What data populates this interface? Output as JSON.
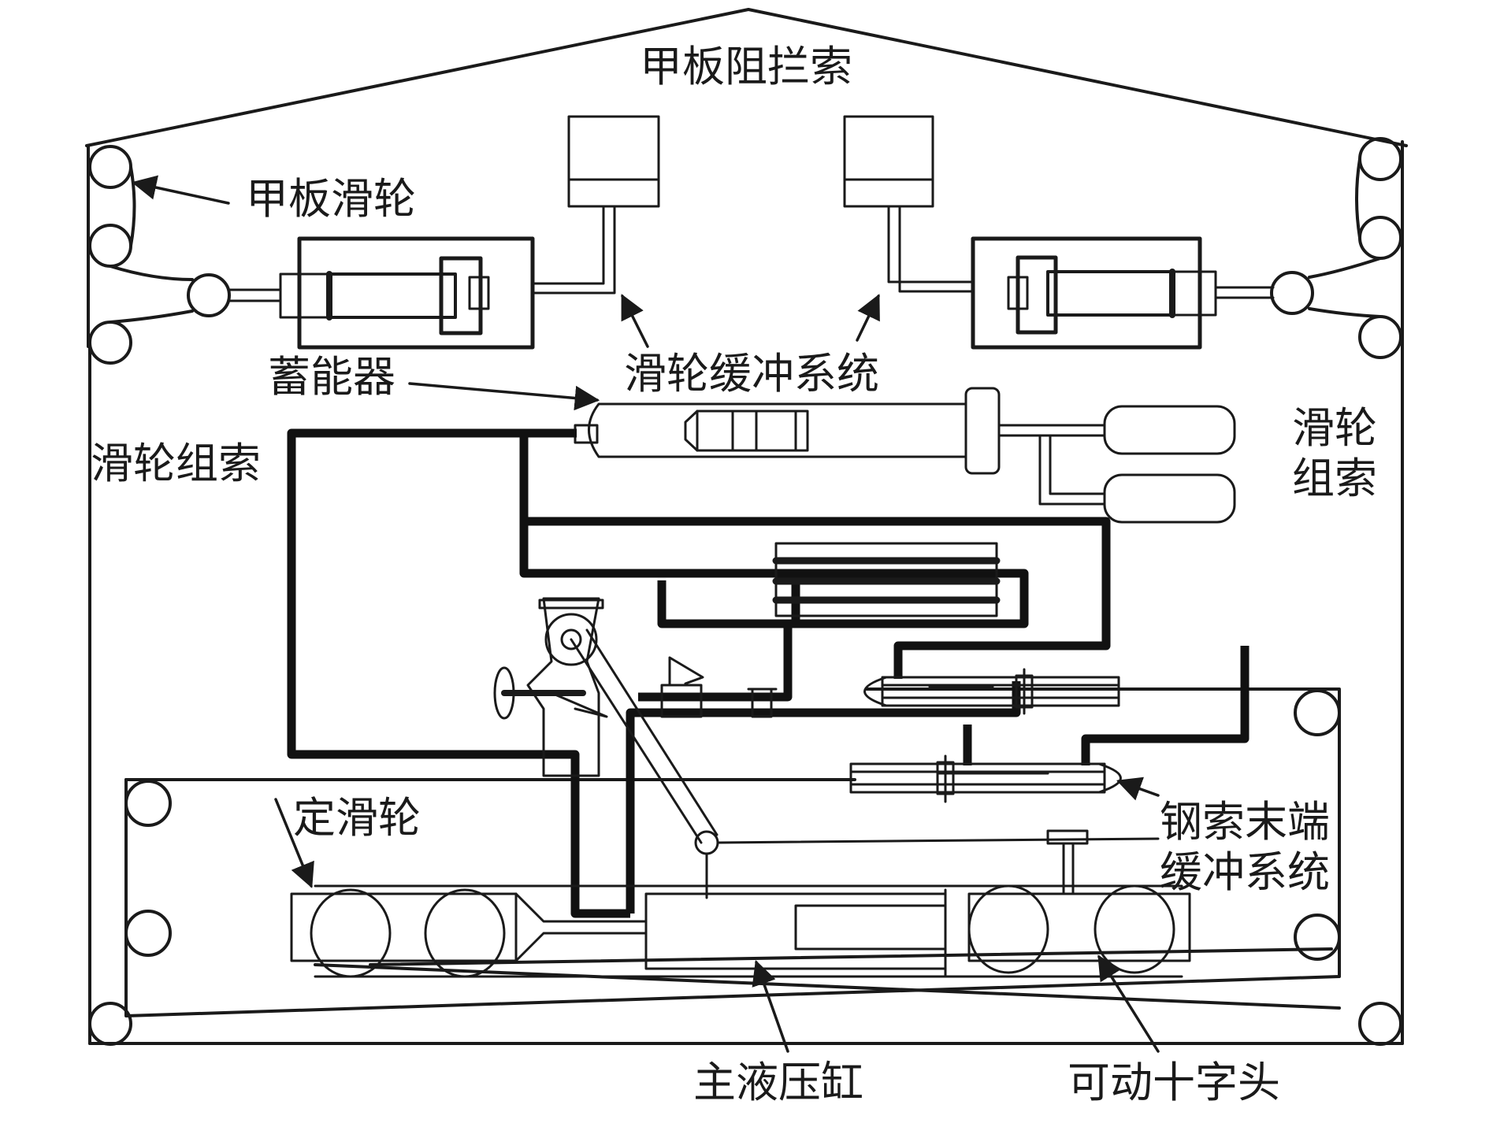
{
  "labels": {
    "deck_pendant": "甲板阻拦索",
    "deck_sheave": "甲板滑轮",
    "accumulator": "蓄能器",
    "sheave_damper": "滑轮缓冲系统",
    "purchase_cable_left": "滑轮组索",
    "purchase_cable_right_1": "滑轮",
    "purchase_cable_right_2": "组索",
    "fixed_sheave": "定滑轮",
    "cable_anchor_damper_1": "钢索末端",
    "cable_anchor_damper_2": "缓冲系统",
    "main_cylinder": "主液压缸",
    "crosshead": "可动十字头"
  },
  "colors": {
    "line": "#1a1a1a",
    "pipe": "#111111",
    "background": "#ffffff"
  }
}
